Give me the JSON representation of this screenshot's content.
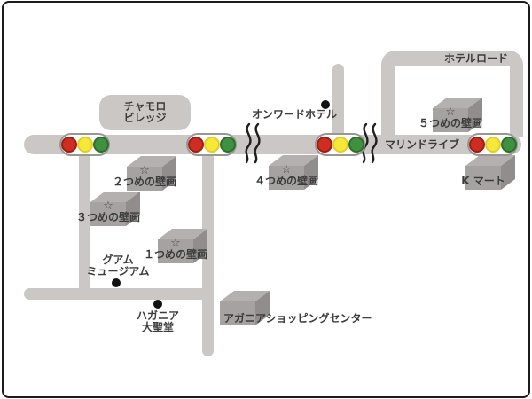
{
  "colors": {
    "road": "#cbc7c4",
    "box-top": "#b4b0af",
    "box-front": "#a6a2a1",
    "box-side": "#918d8c",
    "light-red": "#cf2d22",
    "light-yellow": "#f6e839",
    "light-green": "#3f9140",
    "text": "#3b3b3b",
    "dot": "#111111",
    "border": "#1b1b1b"
  },
  "roads": {
    "marine_drive": "マリンドライブ",
    "hotel_road": "ホテルロード"
  },
  "places": {
    "chamorro_village": {
      "line1": "チャモロ",
      "line2": "ビレッジ"
    },
    "onward_hotel": "オンワードホテル",
    "guam_museum": {
      "line1": "グアム",
      "line2": "ミュージアム"
    },
    "hagatna_cathedral": {
      "line1": "ハガニア",
      "line2": "大聖堂"
    },
    "agana_shopping_center": "アガニアショッピングセンター",
    "k_mart": "K マート"
  },
  "murals": [
    {
      "star": "☆",
      "label": "１つめの壁画"
    },
    {
      "star": "☆",
      "label": "２つめの壁画"
    },
    {
      "star": "☆",
      "label": "３つめの壁画"
    },
    {
      "star": "☆",
      "label": "４つめの壁画"
    },
    {
      "star": "☆",
      "label": "５つめの壁画"
    }
  ],
  "traffic_lights": {
    "count": 4,
    "lamp_order": [
      "red",
      "yellow",
      "green"
    ]
  }
}
